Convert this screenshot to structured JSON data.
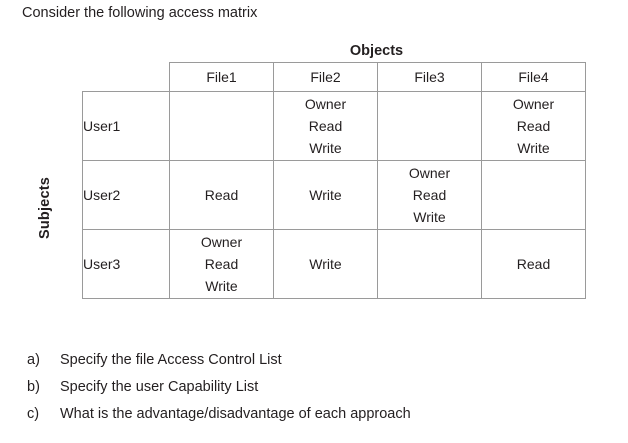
{
  "prompt": "Consider the following access matrix",
  "figure": {
    "objects_label": "Objects",
    "subjects_label": "Subjects",
    "column_headers": [
      "File1",
      "File2",
      "File3",
      "File4"
    ],
    "rows": [
      {
        "subject": "User1",
        "cells": [
          [],
          [
            "Owner",
            "Read",
            "Write"
          ],
          [],
          [
            "Owner",
            "Read",
            "Write"
          ]
        ]
      },
      {
        "subject": "User2",
        "cells": [
          [
            "Read"
          ],
          [
            "Write"
          ],
          [
            "Owner",
            "Read",
            "Write"
          ],
          []
        ]
      },
      {
        "subject": "User3",
        "cells": [
          [
            "Owner",
            "Read",
            "Write"
          ],
          [
            "Write"
          ],
          [],
          [
            "Read"
          ]
        ]
      }
    ]
  },
  "questions": [
    {
      "marker": "a)",
      "text": "Specify the file Access Control List"
    },
    {
      "marker": "b)",
      "text": "Specify the user Capability List"
    },
    {
      "marker": "c)",
      "text": "What is the advantage/disadvantage of each approach"
    }
  ],
  "colors": {
    "text": "#231f20",
    "grid_line": "#9a9a9a",
    "matrix_outline": "#000000",
    "background": "#ffffff"
  }
}
